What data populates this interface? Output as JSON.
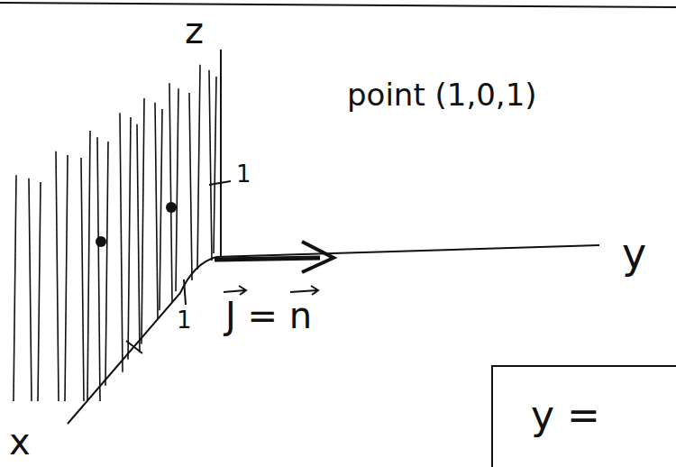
{
  "diagram": {
    "nodes": [
      {
        "text": [
          "y ="
        ]
      }
    ],
    "labels": [
      "z",
      "y",
      "x",
      "1",
      "1",
      "point (1,0,1)",
      "J = n"
    ]
  }
}
